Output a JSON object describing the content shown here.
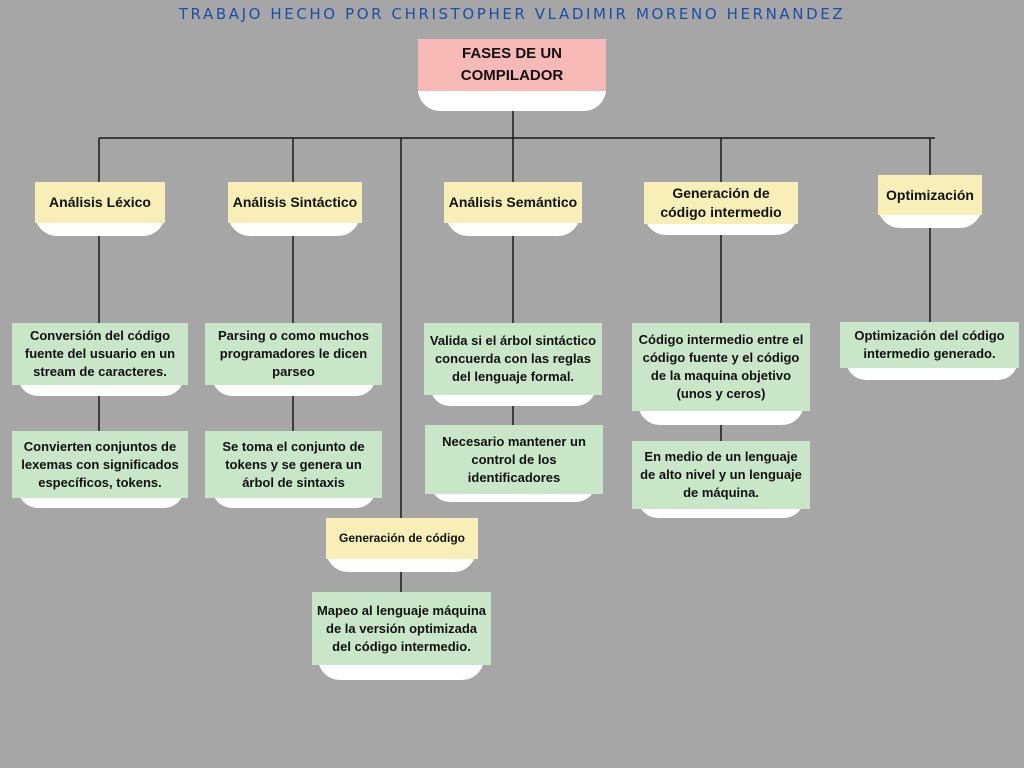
{
  "credit": "TRABAJO HECHO POR CHRISTOPHER VLADIMIR MORENO HERNANDEZ",
  "root": "FASES DE UN COMPILADOR",
  "phases": {
    "lexico": {
      "title": "Análisis Léxico",
      "desc1": "Conversión del código fuente del usuario en un stream de caracteres.",
      "desc2": "Convierten conjuntos de lexemas con significados específicos, tokens."
    },
    "sintactico": {
      "title": "Análisis Sintáctico",
      "desc1": "Parsing  o como muchos programadores le dicen parseo",
      "desc2": "Se toma el conjunto de tokens y se genera un árbol de sintaxis"
    },
    "semantico": {
      "title": "Análisis Semántico",
      "desc1": "Valida si el árbol sintáctico concuerda con las reglas del lenguaje formal.",
      "desc2": "Necesario mantener un control de los identificadores"
    },
    "intermedio": {
      "title": "Generación de código intermedio",
      "desc1": "Código intermedio entre el código fuente y el código de la maquina objetivo (unos y ceros)",
      "desc2": "En medio de un lenguaje de alto nivel y un lenguaje de máquina."
    },
    "optimizacion": {
      "title": "Optimización",
      "desc1": "Optimización del código intermedio generado."
    },
    "generacion": {
      "title": "Generación de código",
      "desc1": "Mapeo al lenguaje máquina de la versión optimizada del código intermedio."
    }
  }
}
